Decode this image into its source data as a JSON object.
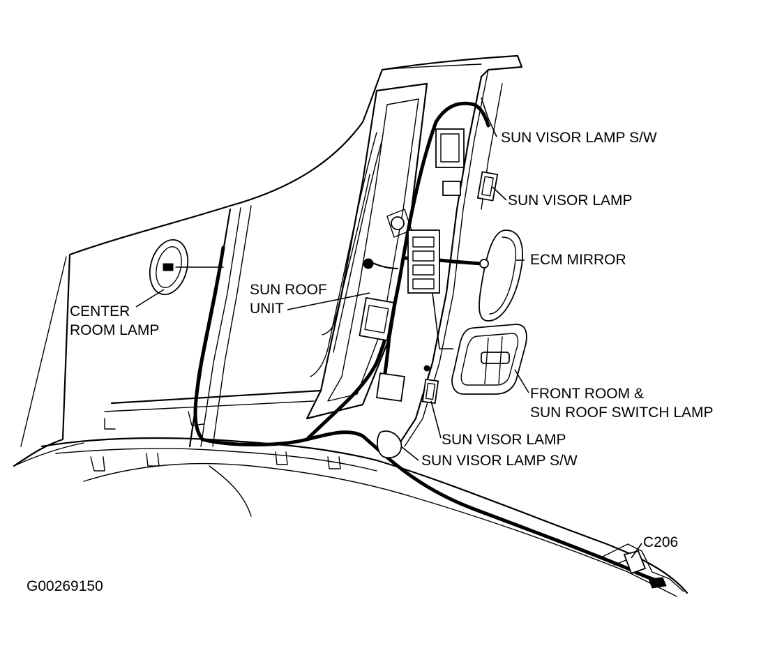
{
  "labels": {
    "sun_visor_lamp_sw_top": "SUN VISOR LAMP S/W",
    "sun_visor_lamp_top": "SUN VISOR LAMP",
    "ecm_mirror": "ECM MIRROR",
    "sun_roof_unit": [
      "SUN ROOF",
      "UNIT"
    ],
    "center_room_lamp": [
      "CENTER",
      "ROOM LAMP"
    ],
    "front_room_lamp": [
      "FRONT ROOM &",
      "SUN ROOF SWITCH LAMP"
    ],
    "sun_visor_lamp_bottom": "SUN VISOR LAMP",
    "sun_visor_lamp_sw_bottom": "SUN VISOR LAMP S/W",
    "connector": "C206"
  },
  "figure_id": "G00269150"
}
